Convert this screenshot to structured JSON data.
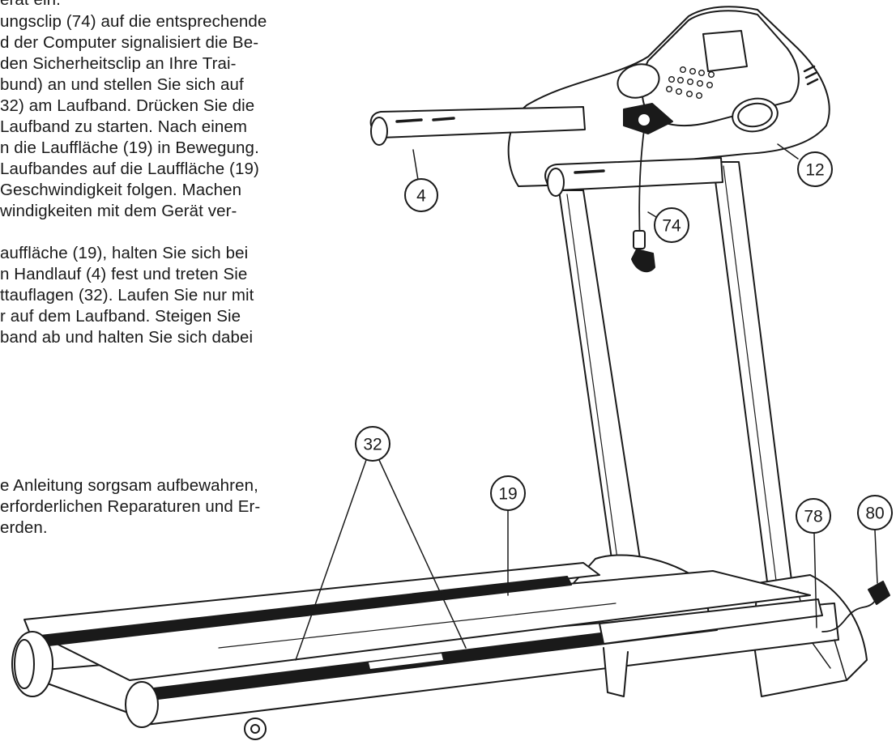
{
  "paragraph_1": [
    "erät ein.",
    "ungsclip (74) auf die entsprechende",
    "d der Computer signalisiert die Be-",
    " den Sicherheitsclip an Ihre Trai-",
    "bund)  an  und  stellen Sie  sich auf",
    "32)  am  Laufband.  Drücken  Sie  die",
    " Laufband  zu  starten.  Nach  einem",
    "n die Lauffläche (19) in Bewegung.",
    " Laufbandes auf die Lauffläche (19)",
    " Geschwindigkeit folgen. Machen",
    "windigkeiten mit dem Gerät ver-",
    "",
    "auffläche (19), halten  Sie  sich  bei",
    "n Handlauf (4) fest und treten Sie",
    "ttauflagen  (32).  Laufen  Sie  nur  mit",
    "r auf dem Laufband. Steigen  Sie",
    "band ab und halten Sie sich dabei"
  ],
  "paragraph_2": [
    "e Anleitung sorgsam aufbewahren,",
    "erforderlichen Reparaturen und Er-",
    "erden."
  ],
  "callouts": {
    "c4": "4",
    "c12": "12",
    "c74": "74",
    "c32": "32",
    "c19": "19",
    "c78": "78",
    "c80": "80"
  }
}
